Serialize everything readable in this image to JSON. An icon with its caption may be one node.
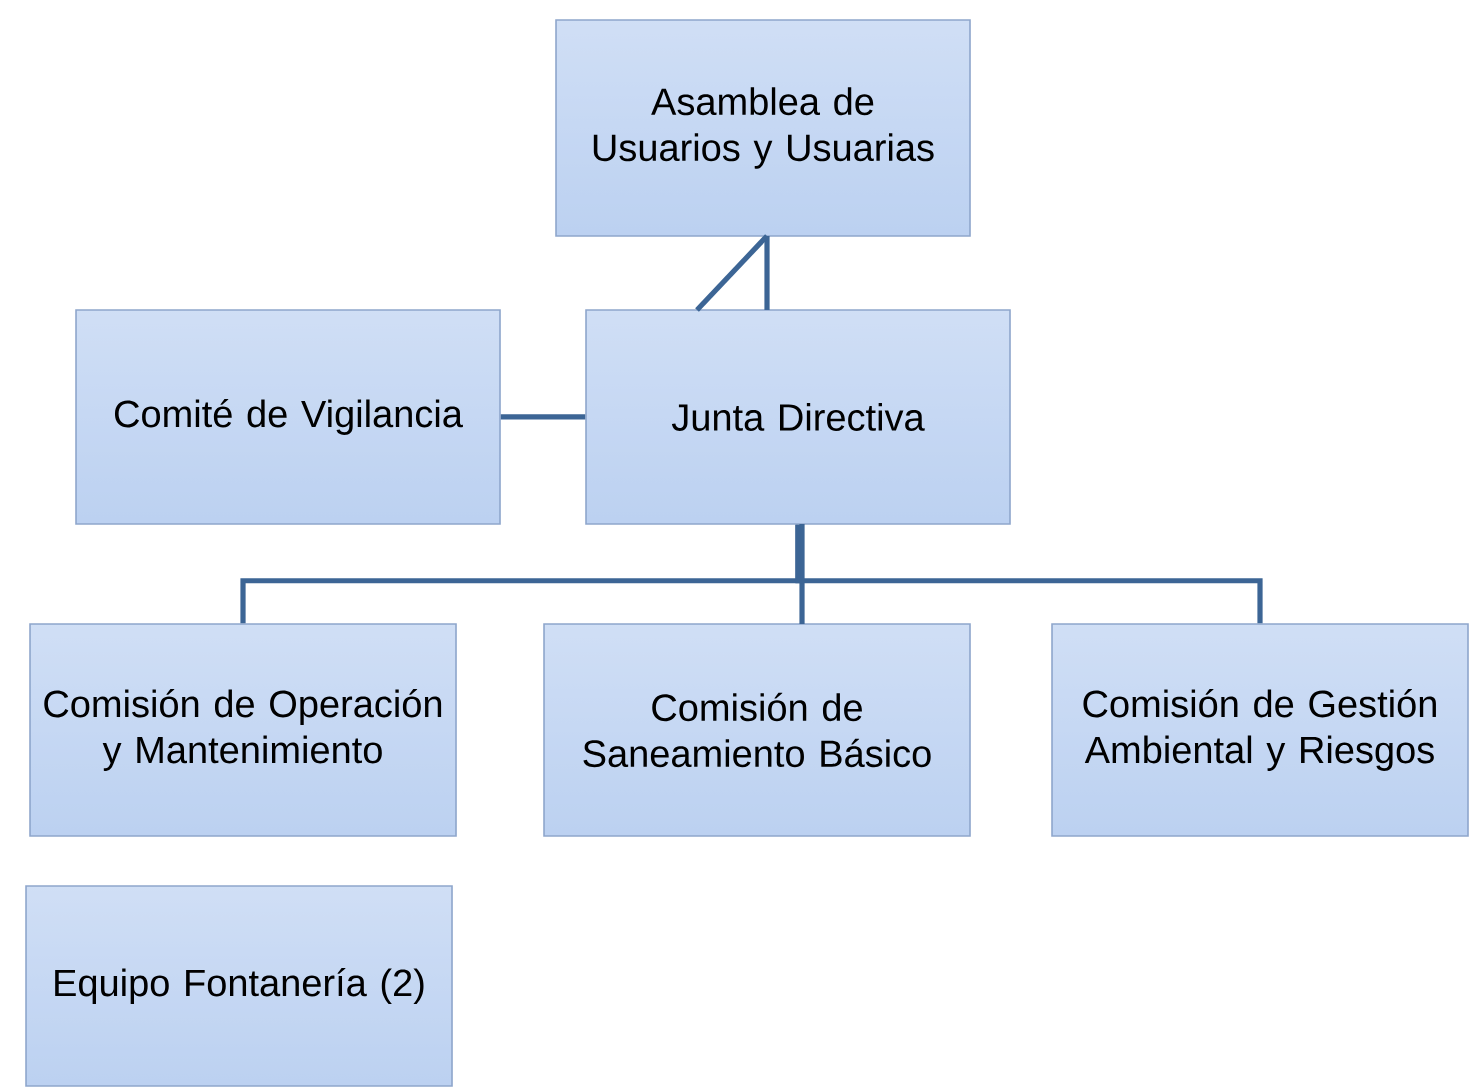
{
  "diagram": {
    "nodes": [
      {
        "text": [
          "Asamblea de Usuarios y Usuarias"
        ]
      },
      {
        "text": [
          "Junta Directiva"
        ]
      },
      {
        "text": [
          "Comité de Vigilancia"
        ]
      },
      {
        "text": [
          "Comisión de Operación y Mantenimiento"
        ]
      },
      {
        "text": [
          "Comisión de Saneamiento Básico"
        ]
      },
      {
        "text": [
          "Comisión de Gestión Ambiental y Riesgos"
        ]
      },
      {
        "text": [
          "Equipo Fontanería (2)"
        ]
      }
    ],
    "edges": [
      {
        "from": 0,
        "to": 1,
        "arrow": "none"
      },
      {
        "from": 0,
        "to": 1,
        "arrow": "none"
      },
      {
        "from": 2,
        "to": 1,
        "arrow": "none"
      },
      {
        "from": 1,
        "to": 3,
        "arrow": "none"
      },
      {
        "from": 1,
        "to": 4,
        "arrow": "none"
      },
      {
        "from": 1,
        "to": 5,
        "arrow": "none"
      }
    ]
  }
}
